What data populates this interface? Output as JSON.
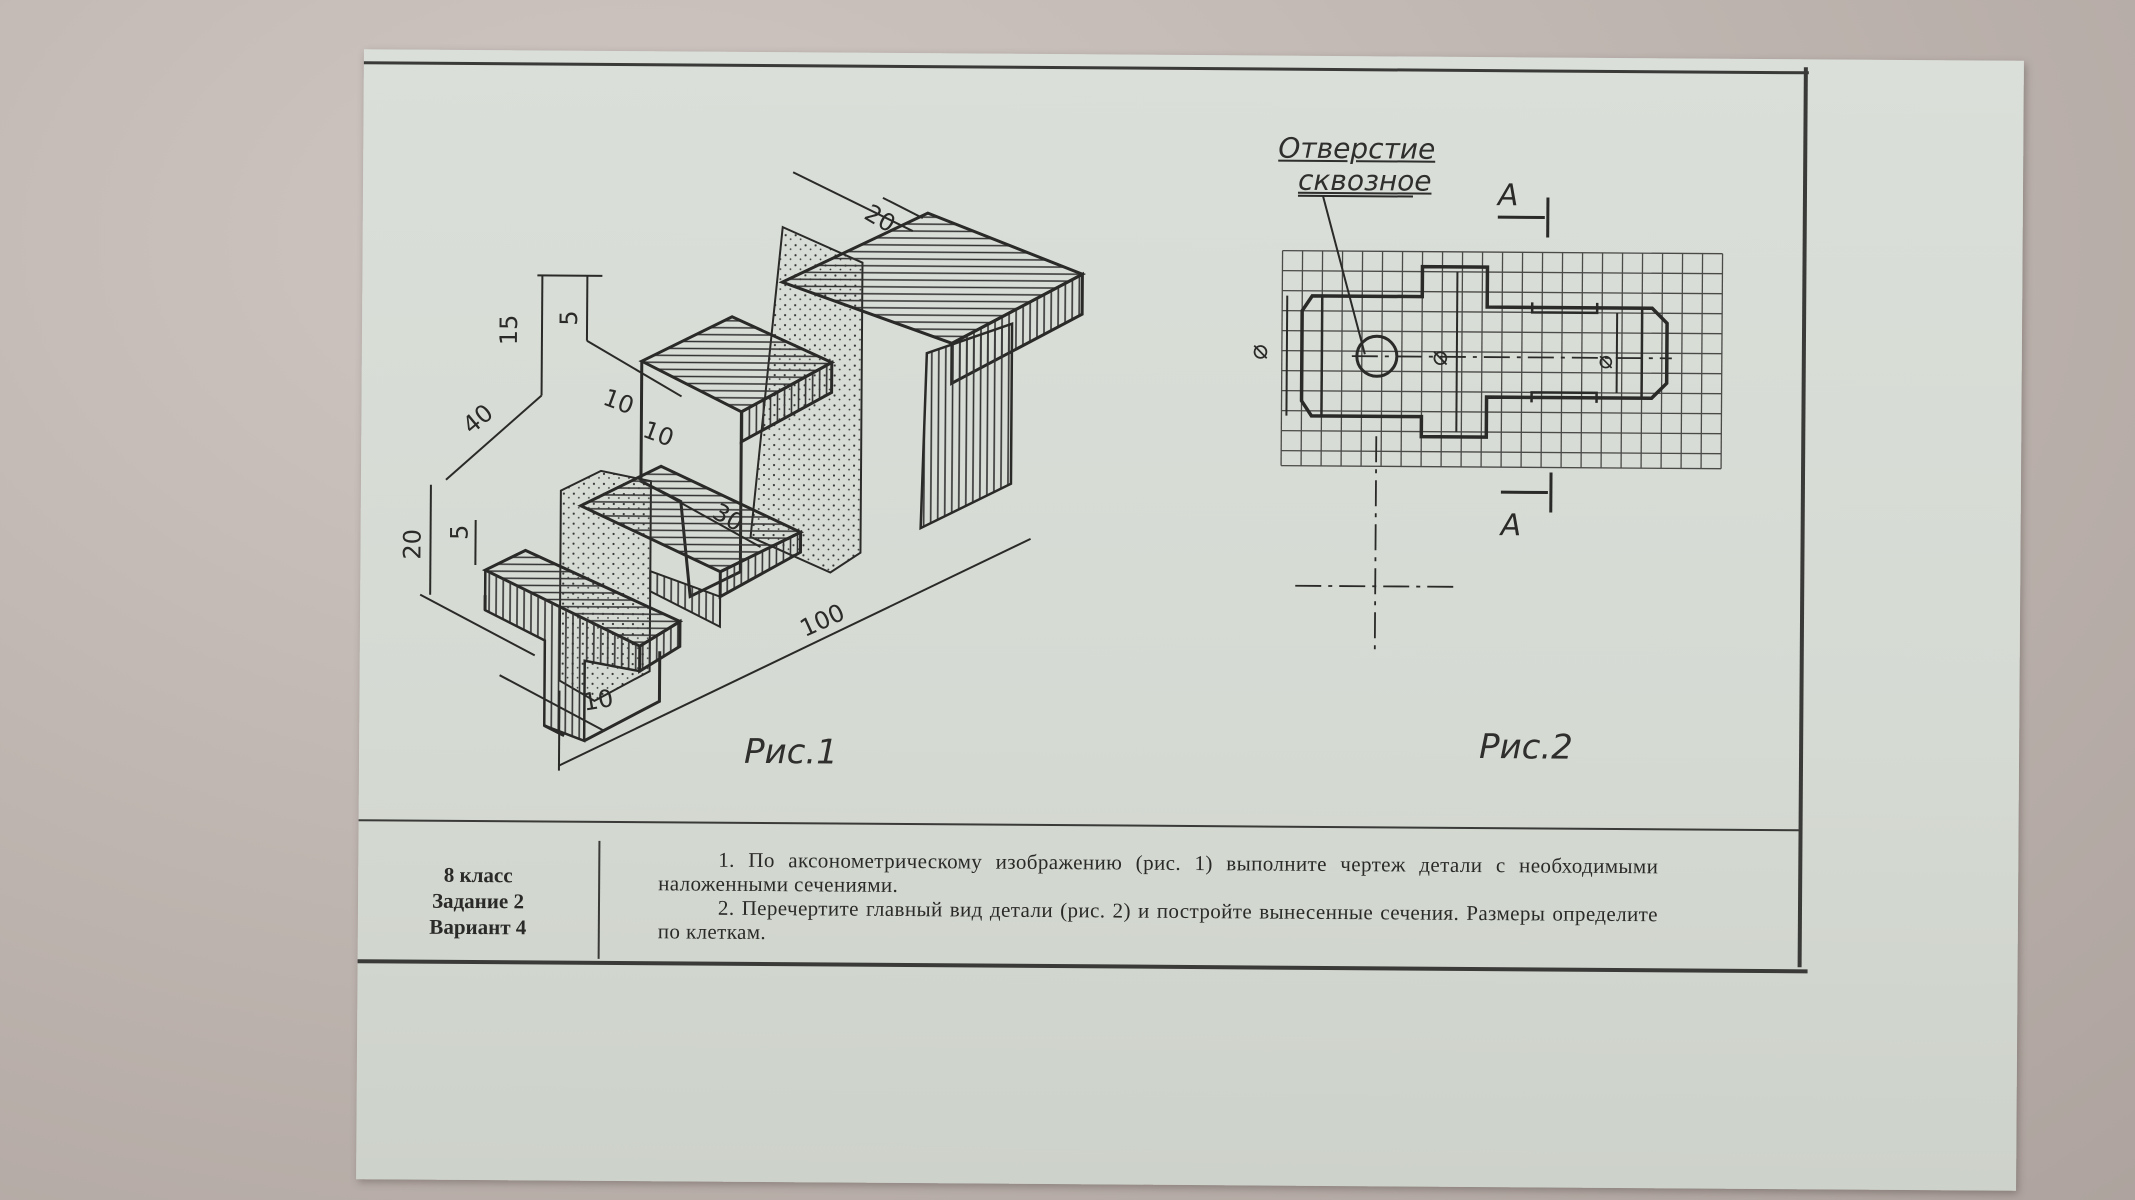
{
  "figure1": {
    "caption": "Рис.1",
    "dimensions": [
      "20",
      "15",
      "5",
      "10",
      "10",
      "40",
      "30",
      "5",
      "20",
      "100",
      "10"
    ]
  },
  "figure2": {
    "caption": "Рис.2",
    "note_line1": "Отверстие",
    "note_line2": "сквозное",
    "section_label_top": "А",
    "section_label_bottom": "А",
    "diameter_symbols": [
      "⌀",
      "⌀",
      "⌀"
    ]
  },
  "assignment": {
    "grade": "8 класс",
    "task": "Задание 2",
    "variant": "Вариант 4",
    "item1": "1. По аксонометрическому изображению (рис. 1) выполните чертеж детали с необходимыми наложенными сечениями.",
    "item2": "2. Перечертите главный вид детали (рис. 2) и постройте вынесенные сечения. Размеры определите по клеткам."
  }
}
